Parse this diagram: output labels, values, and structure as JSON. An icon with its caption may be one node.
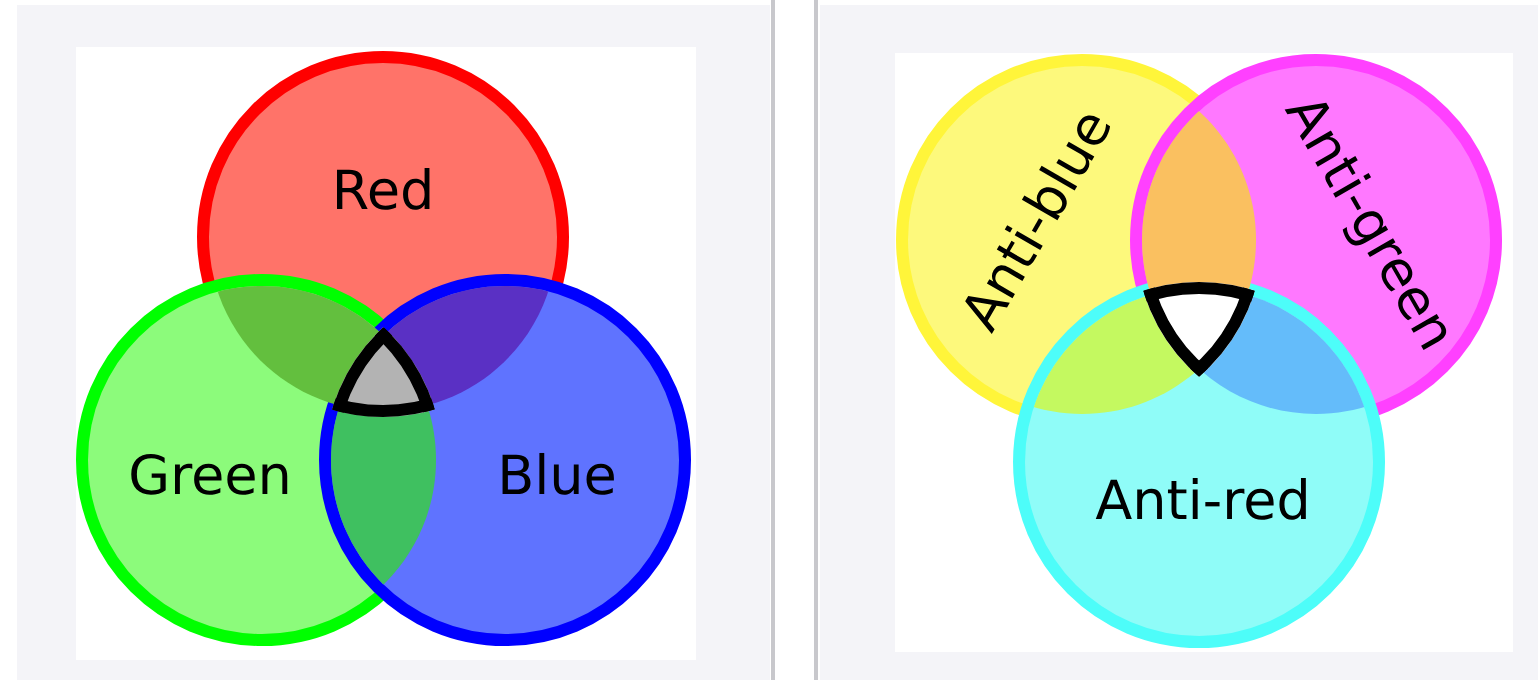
{
  "diagram": {
    "nodes": [
      {
        "text": [
          "Red"
        ]
      },
      {
        "text": [
          "Green"
        ]
      },
      {
        "text": [
          "Blue"
        ]
      },
      {
        "text": [
          "Anti-blue"
        ]
      },
      {
        "text": [
          "Anti-green"
        ]
      },
      {
        "text": [
          "Anti-red"
        ]
      }
    ]
  }
}
